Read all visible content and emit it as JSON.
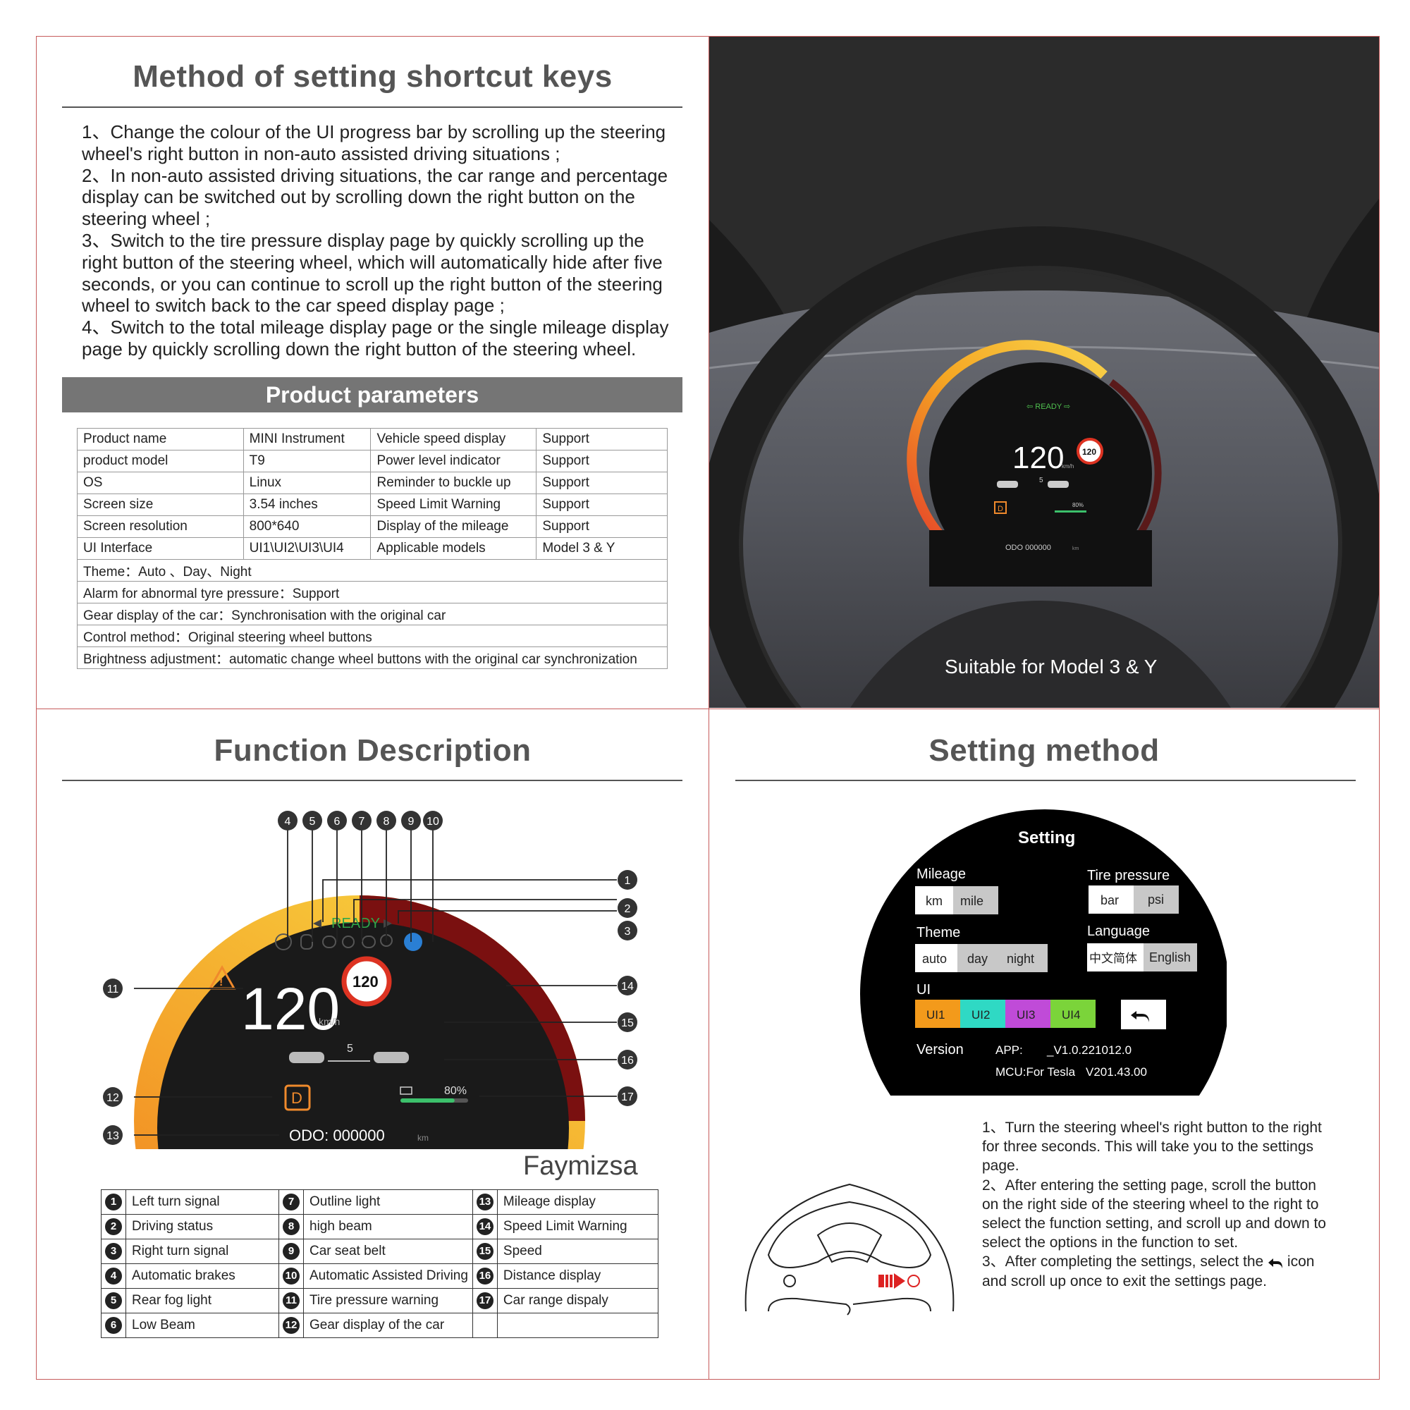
{
  "method": {
    "title": "Method of setting shortcut keys",
    "items": [
      "1、Change the colour of the UI progress bar by scrolling up the  steering wheel's right button in non-auto assisted driving situations ;",
      "2、In non-auto assisted driving situations, the car range and  percentage display can be switched out by scrolling down the right button on the steering wheel ;",
      "3、Switch to the tire pressure display page by quickly scrolling up the right button of the steering wheel, which will automatically hide after five seconds, or you can continue to scroll up the right button of the steering wheel to switch back to the car speed display page ;",
      "4、Switch to the total mileage display page or the single mileage display page by quickly scrolling down the right button of the steering wheel."
    ]
  },
  "params": {
    "title": "Product parameters",
    "rows": [
      [
        "Product name",
        "MINI Instrument",
        "Vehicle speed display",
        "Support"
      ],
      [
        "product model",
        "T9",
        "Power level indicator",
        "Support"
      ],
      [
        "OS",
        "Linux",
        "Reminder to buckle up",
        "Support"
      ],
      [
        "Screen size",
        "3.54 inches",
        "Speed Limit Warning",
        "Support"
      ],
      [
        "Screen resolution",
        "800*640",
        "Display of the mileage",
        "Support"
      ],
      [
        "UI Interface",
        "UI1\\UI2\\UI3\\UI4",
        "Applicable models",
        "Model 3 & Y"
      ]
    ],
    "wide_rows": [
      "Theme：Auto 、Day、Night",
      "Alarm for abnormal tyre pressure：Support",
      "Gear display of the car：Synchronisation with the original car",
      "Control method：Original steering  wheel buttons",
      "Brightness adjustment：automatic change wheel buttons with the original car synchronization"
    ]
  },
  "photo": {
    "caption": "Suitable for Model 3 & Y",
    "ready": "⇦ READY ⇨",
    "speed": "120",
    "unit": "km/h",
    "limit": "120",
    "distance": "5",
    "gear": "D",
    "battery": "80%",
    "odo": "ODO  000000",
    "odo_unit": "km"
  },
  "function": {
    "title": "Function Description",
    "brand": "Faymizsa",
    "callouts_top": [
      "4",
      "5",
      "6",
      "7",
      "8",
      "9",
      "10"
    ],
    "callouts_right": [
      "1",
      "2",
      "3",
      "14",
      "15",
      "16",
      "17"
    ],
    "callouts_left": [
      "11",
      "12",
      "13"
    ],
    "ready": "READY",
    "speed": "120",
    "unit": "km/h",
    "limit": "120",
    "distance": "5",
    "gear": "D",
    "battery": "80%",
    "odo": "ODO: 000000",
    "odo_unit": "km",
    "table": [
      [
        [
          "1",
          "Left turn signal"
        ],
        [
          "7",
          "Outline light"
        ],
        [
          "13",
          "Mileage display"
        ]
      ],
      [
        [
          "2",
          "Driving status"
        ],
        [
          "8",
          "high beam"
        ],
        [
          "14",
          "Speed Limit Warning"
        ]
      ],
      [
        [
          "3",
          "Right turn signal"
        ],
        [
          "9",
          "Car seat belt"
        ],
        [
          "15",
          "Speed"
        ]
      ],
      [
        [
          "4",
          "Automatic brakes"
        ],
        [
          "10",
          "Automatic Assisted Driving"
        ],
        [
          "16",
          "Distance display"
        ]
      ],
      [
        [
          "5",
          "Rear fog light"
        ],
        [
          "11",
          "Tire pressure warning"
        ],
        [
          "17",
          "Car range dispaly"
        ]
      ],
      [
        [
          "6",
          "Low Beam"
        ],
        [
          "12",
          "Gear display of the car"
        ],
        [
          "",
          ""
        ]
      ]
    ]
  },
  "setting": {
    "title": "Setting method",
    "screen_title": "Setting",
    "mileage_label": "Mileage",
    "mileage_options": [
      "km",
      "mile"
    ],
    "tire_label": "Tire pressure",
    "tire_options": [
      "bar",
      "psi"
    ],
    "theme_label": "Theme",
    "theme_options": [
      "auto",
      "day",
      "night"
    ],
    "language_label": "Language",
    "language_options": [
      "中文简体",
      "English"
    ],
    "ui_label": "UI",
    "ui_options": [
      "UI1",
      "UI2",
      "UI3",
      "UI4"
    ],
    "version_label": "Version",
    "app_label": "APP:",
    "app_value": "_V1.0.221012.0",
    "mcu_label": "MCU:For Tesla",
    "mcu_value": "V201.43.00",
    "steps": [
      "1、Turn the  steering  wheel's  right button to the  right for three seconds. This will take you to the  settings page.",
      "2、After entering  the  setting  page, scroll the button on the  right  side of the steering wheel to the right to  select  the function setting, and scroll up and down to select the options in the function to set."
    ],
    "step3_pre": "3、After completing  the  settings,  select  the",
    "step3_post": " icon and scroll up once to exit  the settings page.",
    "colors": {
      "ui1": "#f39a1b",
      "ui2": "#2fd9c4",
      "ui3": "#c04bd8",
      "ui4": "#7bd43a"
    }
  }
}
